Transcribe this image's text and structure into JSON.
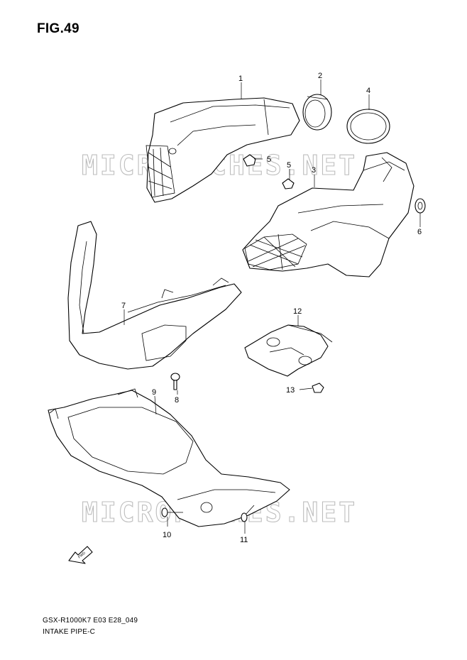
{
  "figure_title": "FIG.49",
  "watermark_text": "MICROFICHES.NET",
  "direction_badge": "FWD",
  "callouts": [
    "1",
    "2",
    "3",
    "4",
    "5",
    "5",
    "6",
    "7",
    "8",
    "9",
    "10",
    "11",
    "12",
    "13"
  ],
  "footer": {
    "model_code": "GSX-R1000K7 E03 E28_049",
    "section_name": "INTAKE PIPE-C"
  },
  "colors": {
    "line": "#000000",
    "watermark": "#bdbdbd",
    "background": "#ffffff"
  }
}
